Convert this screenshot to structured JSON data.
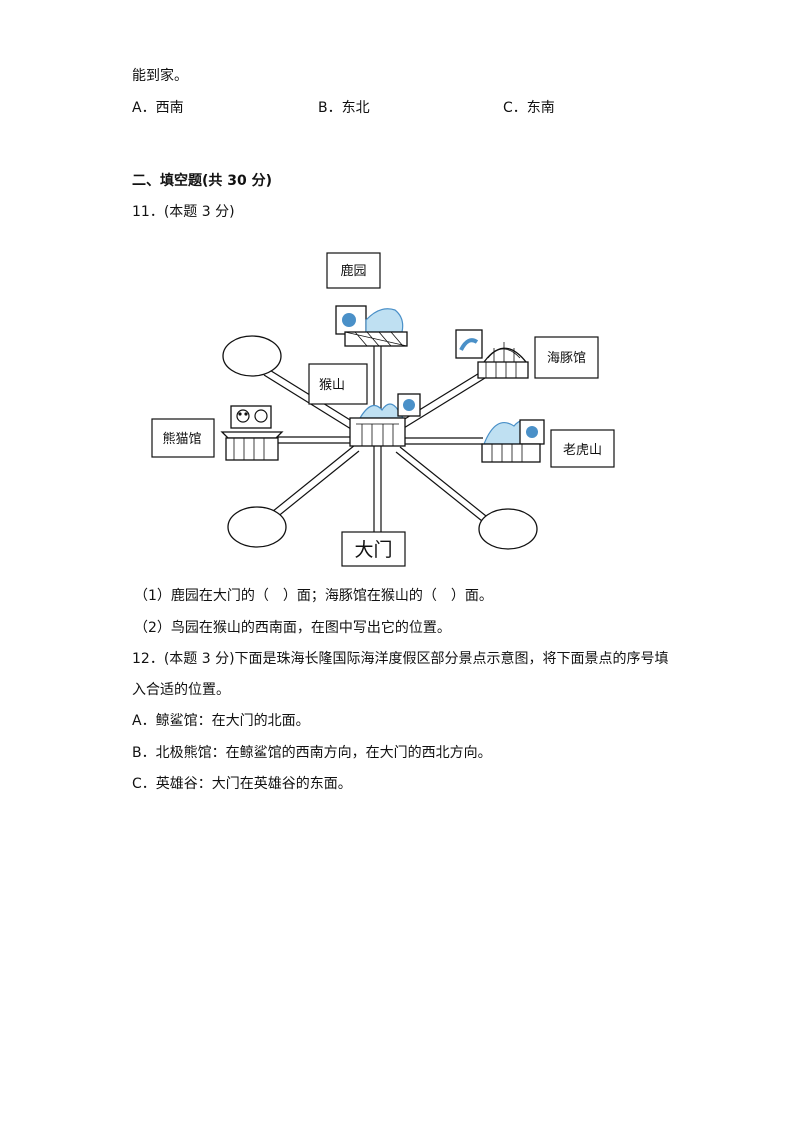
{
  "prev_question": {
    "tail": "能到家。",
    "options": [
      "A．西南",
      "B．东北",
      "C．东南"
    ]
  },
  "section": {
    "title": "二、填空题(共 30 分)"
  },
  "q11": {
    "number": "11．(本题 3 分)",
    "map_labels": {
      "deer_park": "鹿园",
      "dolphin_hall": "海豚馆",
      "monkey_hill": "猴山",
      "panda_hall": "熊猫馆",
      "tiger_hill": "老虎山",
      "main_gate": "大门"
    },
    "part1": "（1）鹿园在大门的（　）面；海豚馆在猴山的（　）面。",
    "part2": "（2）鸟园在猴山的西南面，在图中写出它的位置。"
  },
  "q12": {
    "line1": "12．(本题 3 分)下面是珠海长隆国际海洋度假区部分景点示意图，将下面景点的序号填",
    "line2": "入合适的位置。",
    "items": [
      "A．鲸鲨馆：在大门的北面。",
      "B．北极熊馆：在鲸鲨馆的西南方向，在大门的西北方向。",
      "C．英雄谷：大门在英雄谷的东面。"
    ]
  },
  "colors": {
    "text": "#111111",
    "icon_blue": "#4a90c8",
    "icon_light": "#bfe0f2"
  }
}
